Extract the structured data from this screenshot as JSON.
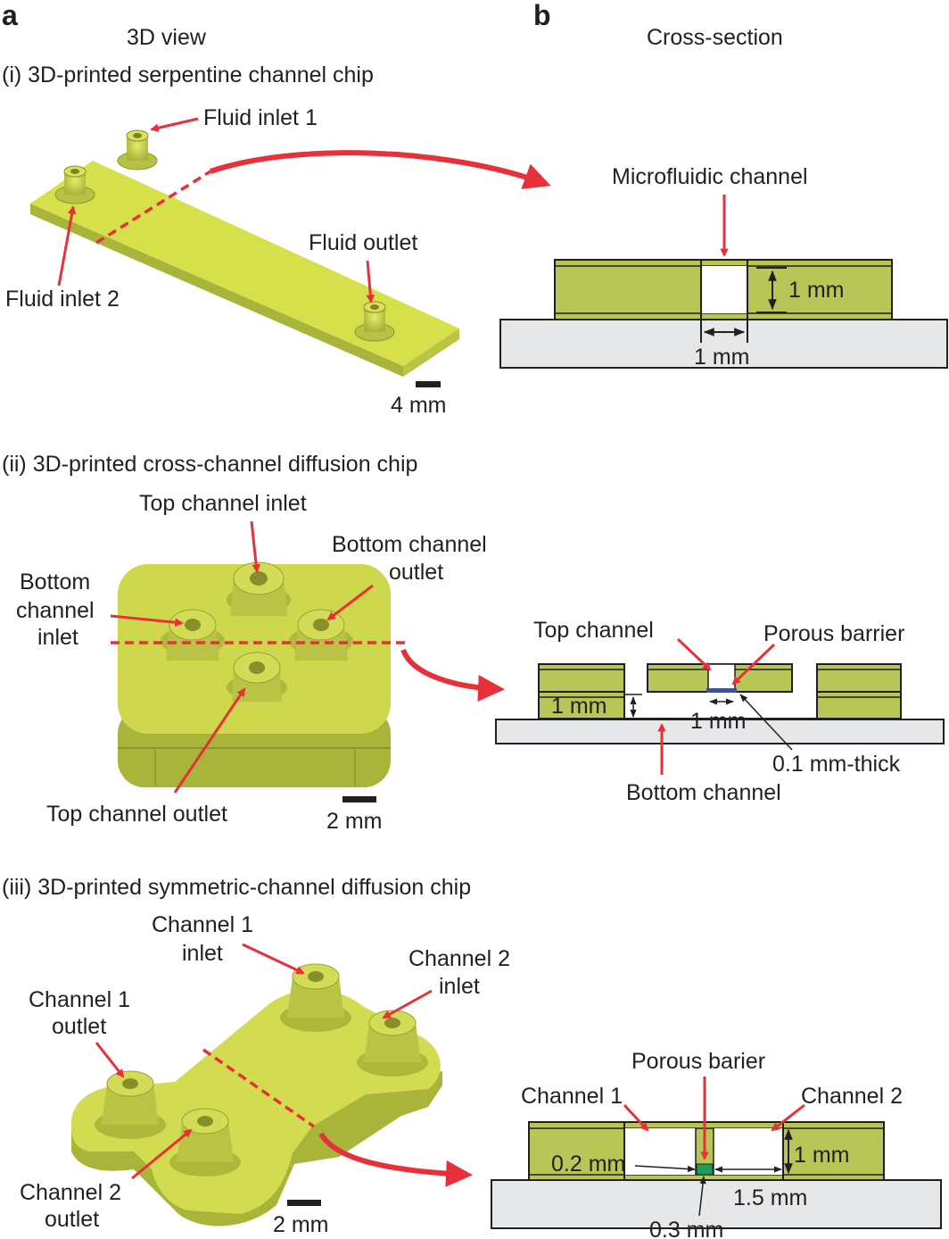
{
  "panels": {
    "a": "a",
    "b": "b"
  },
  "headers": {
    "view_3d": "3D view",
    "cross_section": "Cross-section"
  },
  "chip1": {
    "title": "(i) 3D-printed serpentine channel chip",
    "fluid_inlet_1": "Fluid inlet 1",
    "fluid_inlet_2": "Fluid inlet 2",
    "fluid_outlet": "Fluid outlet",
    "scale": "4 mm",
    "microfluidic_channel": "Microfluidic channel",
    "height_dim": "1 mm",
    "width_dim": "1 mm"
  },
  "chip2": {
    "title": "(ii) 3D-printed cross-channel diffusion chip",
    "top_channel_inlet": "Top channel inlet",
    "bottom_channel_outlet_l1": "Bottom channel",
    "bottom_channel_outlet_l2": "outlet",
    "bottom_channel_inlet_l1": "Bottom",
    "bottom_channel_inlet_l2": "channel",
    "bottom_channel_inlet_l3": "inlet",
    "top_channel_outlet": "Top channel outlet",
    "scale": "2 mm",
    "top_channel": "Top channel",
    "porous_barrier": "Porous barrier",
    "height_dim": "1 mm",
    "width_dim": "1 mm",
    "thickness": "0.1 mm-thick",
    "bottom_channel": "Bottom channel"
  },
  "chip3": {
    "title": "(iii) 3D-printed symmetric-channel diffusion chip",
    "ch1_inlet_l1": "Channel 1",
    "ch1_inlet_l2": "inlet",
    "ch2_inlet_l1": "Channel 2",
    "ch2_inlet_l2": "inlet",
    "ch1_outlet_l1": "Channel 1",
    "ch1_outlet_l2": "outlet",
    "ch2_outlet_l1": "Channel 2",
    "ch2_outlet_l2": "outlet",
    "scale": "2 mm",
    "porous_barier": "Porous barier",
    "channel_1": "Channel 1",
    "channel_2": "Channel 2",
    "height_dim": "1 mm",
    "gap_dim": "0.2 mm",
    "width_dim": "1.5 mm",
    "barrier_dim": "0.3 mm"
  },
  "colors": {
    "chip_yellow": "#d6e04a",
    "section_green": "#b8c657",
    "substrate_gray": "#e6e7e8",
    "arrow_red": "#e8303a",
    "barrier_blue": "#3a4fa8",
    "barrier_green": "#1aa05a"
  }
}
